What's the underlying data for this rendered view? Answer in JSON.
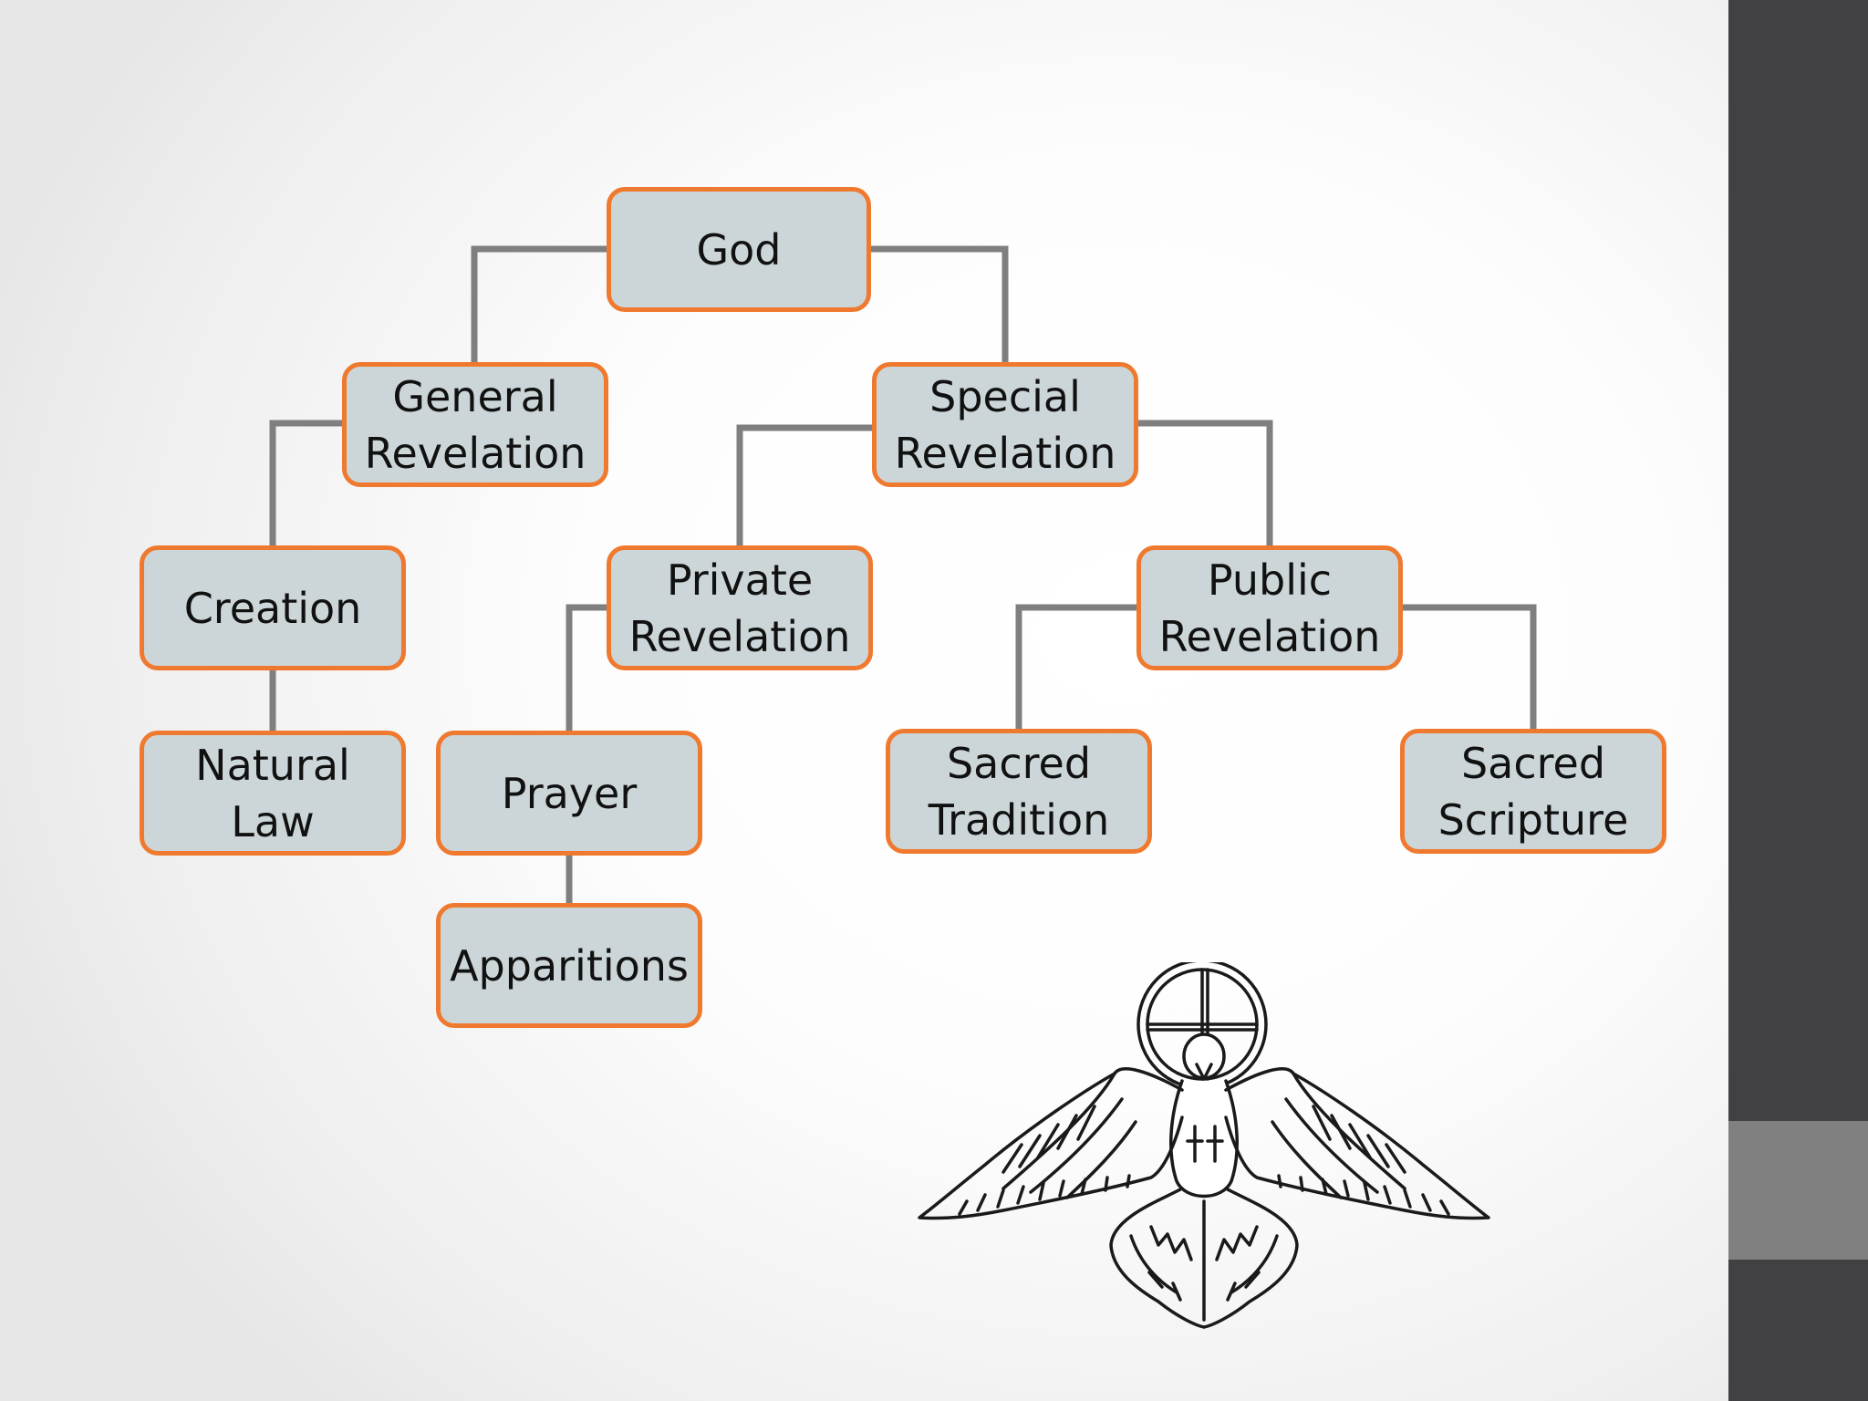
{
  "diagram": {
    "nodes": {
      "god": "God",
      "general": "General\nRevelation",
      "special": "Special\nRevelation",
      "creation": "Creation",
      "private": "Private\nRevelation",
      "public": "Public\nRevelation",
      "natural": "Natural\nLaw",
      "prayer": "Prayer",
      "tradition": "Sacred\nTradition",
      "scripture": "Sacred\nScripture",
      "apparitions": "Apparitions"
    },
    "edges": [
      [
        "god",
        "general"
      ],
      [
        "god",
        "special"
      ],
      [
        "general",
        "creation"
      ],
      [
        "creation",
        "natural"
      ],
      [
        "special",
        "private"
      ],
      [
        "special",
        "public"
      ],
      [
        "private",
        "prayer"
      ],
      [
        "prayer",
        "apparitions"
      ],
      [
        "public",
        "tradition"
      ],
      [
        "public",
        "scripture"
      ]
    ]
  },
  "colors": {
    "node_fill": "#ccd6d8",
    "node_border": "#ef7a2f",
    "connector": "#7f7f7f",
    "sidebar": "#414042",
    "sidebar_accent": "#808080"
  },
  "decoration": {
    "illustration": "dove-with-halo"
  }
}
